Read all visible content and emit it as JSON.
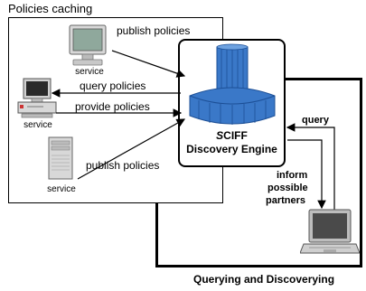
{
  "panels": {
    "caching_title": "Policies caching",
    "querying_title": "Querying and Discoverying"
  },
  "engine": {
    "name_prefix": "S",
    "name_rest": "CIFF",
    "subtitle": "Discovery Engine"
  },
  "services": [
    {
      "label": "service",
      "icon": "monitor-icon"
    },
    {
      "label": "service",
      "icon": "desktop-computer-icon"
    },
    {
      "label": "service",
      "icon": "server-tower-icon"
    }
  ],
  "arrows": {
    "publish_top": "publish policies",
    "query": "query policies",
    "provide": "provide policies",
    "publish_bottom": "publish policies",
    "query_right": "query",
    "inform_1": "inform",
    "inform_2": "possible",
    "inform_3": "partners"
  },
  "colors": {
    "engine_blue": "#3a78c8",
    "engine_dark": "#1c4f96",
    "monitor_screen": "#8fa89c",
    "laptop_screen": "#4a4a4a"
  }
}
